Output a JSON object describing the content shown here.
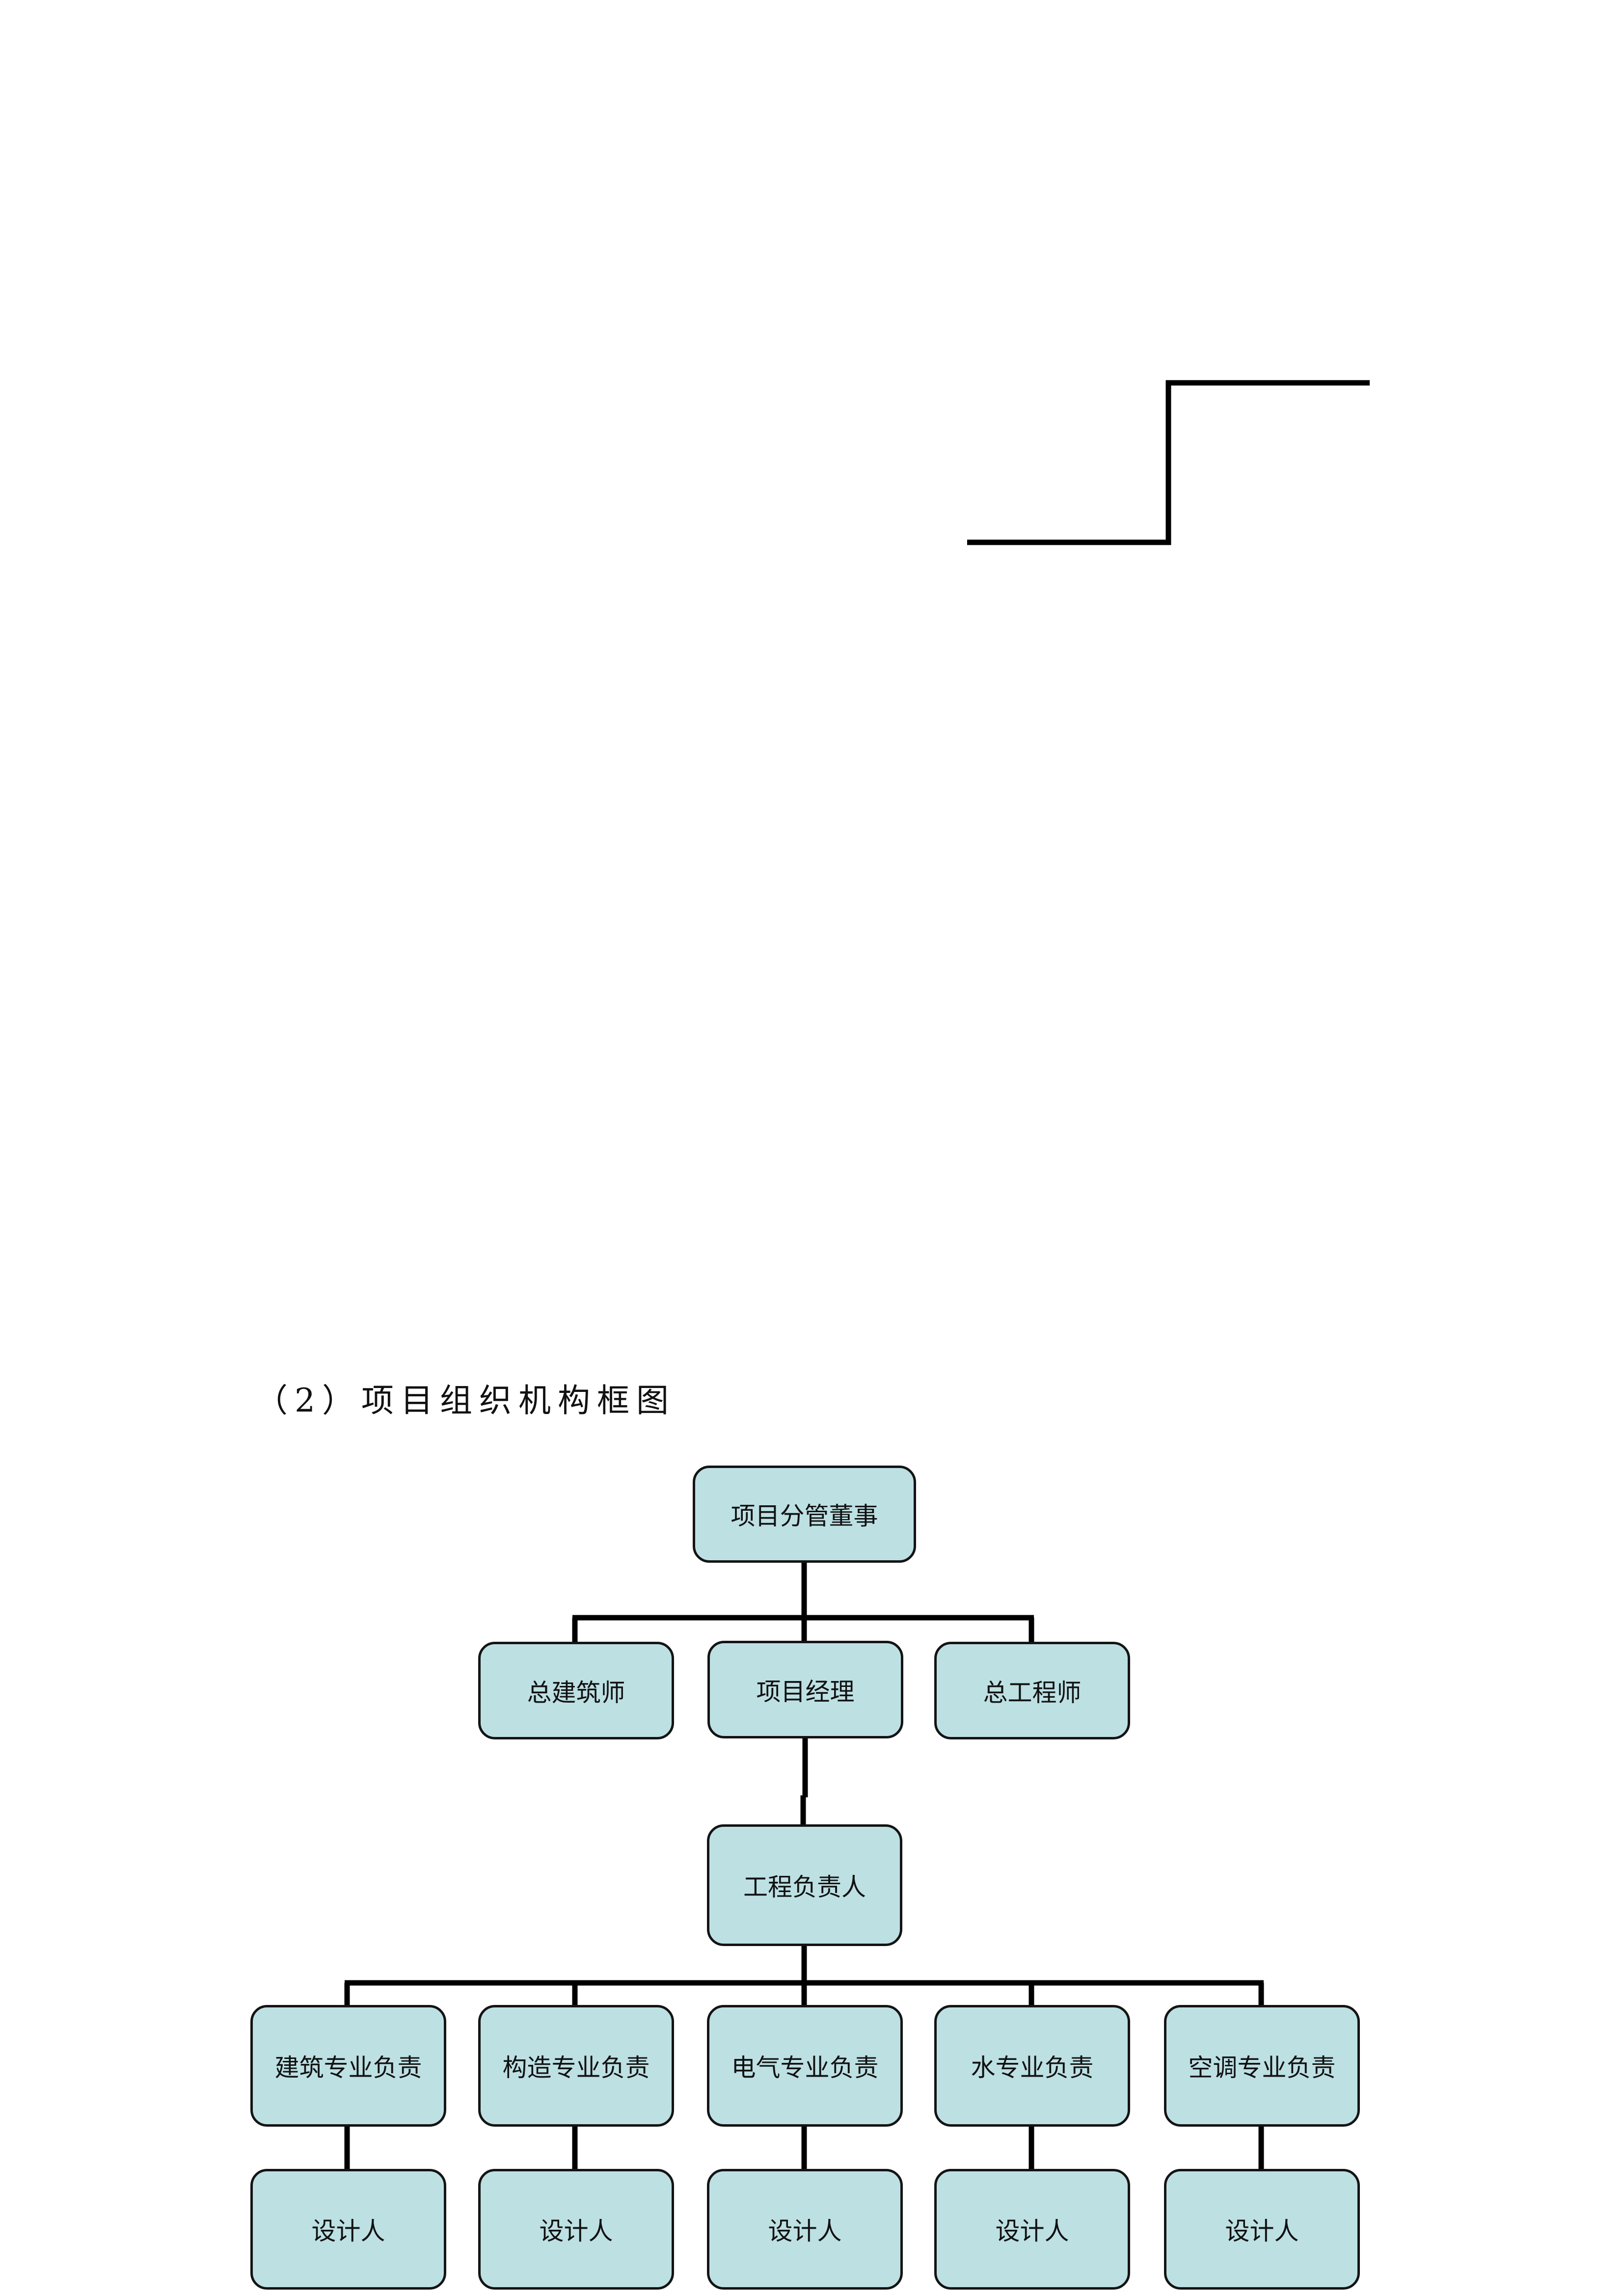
{
  "caption": "（2）项目组织机构框图",
  "colors": {
    "node_fill": "#bde0e3",
    "line": "#141414",
    "background": "#ffffff"
  },
  "org_chart": {
    "root": "项目分管董事",
    "level2": [
      "总建筑师",
      "项目经理",
      "总工程师"
    ],
    "level3": "工程负责人",
    "leads": [
      {
        "title": "建筑专业负责",
        "member": "设计人"
      },
      {
        "title": "构造专业负责",
        "member": "设计人"
      },
      {
        "title": "电气专业负责",
        "member": "设计人"
      },
      {
        "title": "水专业负责",
        "member": "设计人"
      },
      {
        "title": "空调专业负责",
        "member": "设计人"
      }
    ]
  }
}
